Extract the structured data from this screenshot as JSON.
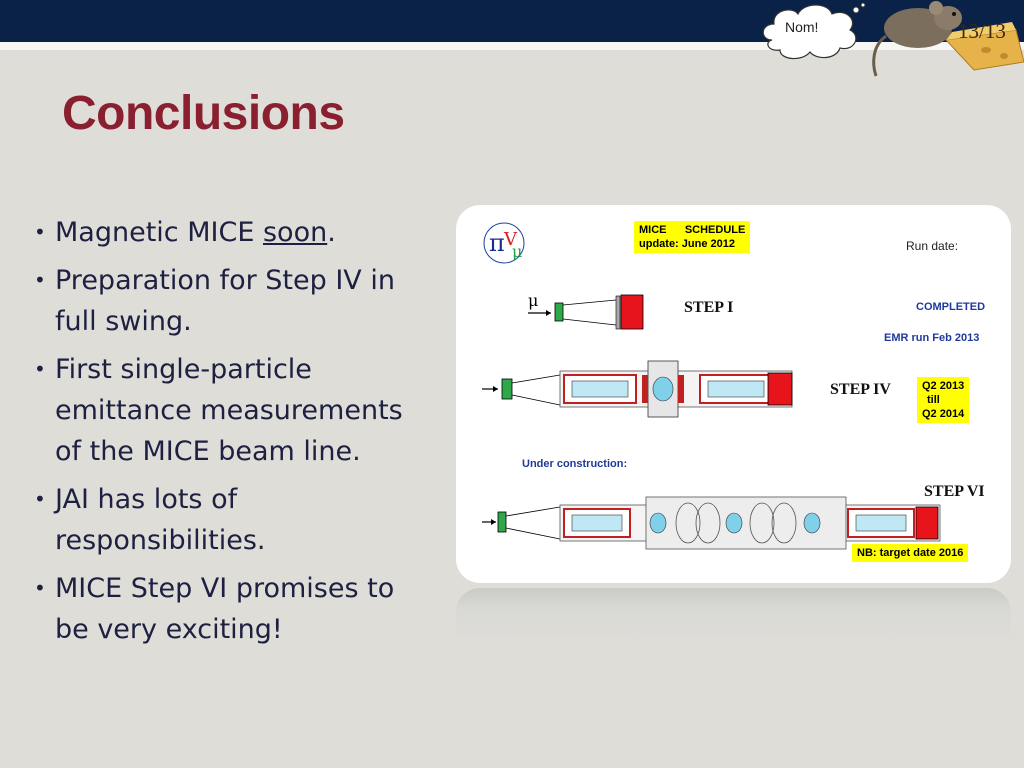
{
  "slide": {
    "title": "Conclusions",
    "number": "13/13",
    "cloud_text": "Nom!"
  },
  "bullets": [
    {
      "pre": "Magnetic MICE ",
      "underlined": "soon",
      "post": "."
    },
    {
      "text": "Preparation for Step IV in full swing."
    },
    {
      "text": "First single-particle emittance measurements of the MICE beam line."
    },
    {
      "text": "JAI has lots of responsibilities."
    },
    {
      "text": "MICE Step VI promises to be very exciting!"
    }
  ],
  "schedule": {
    "header_line1": "MICE      SCHEDULE",
    "header_line2": "update: June 2012",
    "run_date": "Run date:",
    "mu_symbol": "μ",
    "step1": "STEP I",
    "step1_status": "COMPLETED",
    "emr_run": "EMR run Feb 2013",
    "step4": "STEP IV",
    "step4_date_line1": "Q2 2013",
    "step4_date_line2": "till",
    "step4_date_line3": "Q2 2014",
    "under_construction": "Under construction:",
    "step6": "STEP VI",
    "nb_target": "NB: target date 2016"
  },
  "colors": {
    "topbar": "#0b2248",
    "title": "#8a1f30",
    "bullet_text": "#1d2040",
    "background": "#deddd8",
    "highlight": "#ffff00",
    "red_block": "#e8141c",
    "green_block": "#2ea84a"
  }
}
